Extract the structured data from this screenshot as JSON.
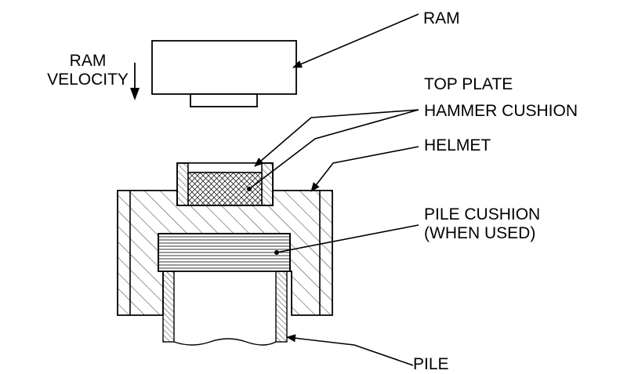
{
  "labels": {
    "ram_velocity_line1": "RAM",
    "ram_velocity_line2": "VELOCITY",
    "ram": "RAM",
    "top_plate": "TOP PLATE",
    "hammer_cushion": "HAMMER CUSHION",
    "helmet": "HELMET",
    "pile_cushion_line1": "PILE CUSHION",
    "pile_cushion_line2": "(WHEN USED)",
    "pile": "PILE"
  },
  "colors": {
    "line": "#000000",
    "background": "#ffffff"
  }
}
